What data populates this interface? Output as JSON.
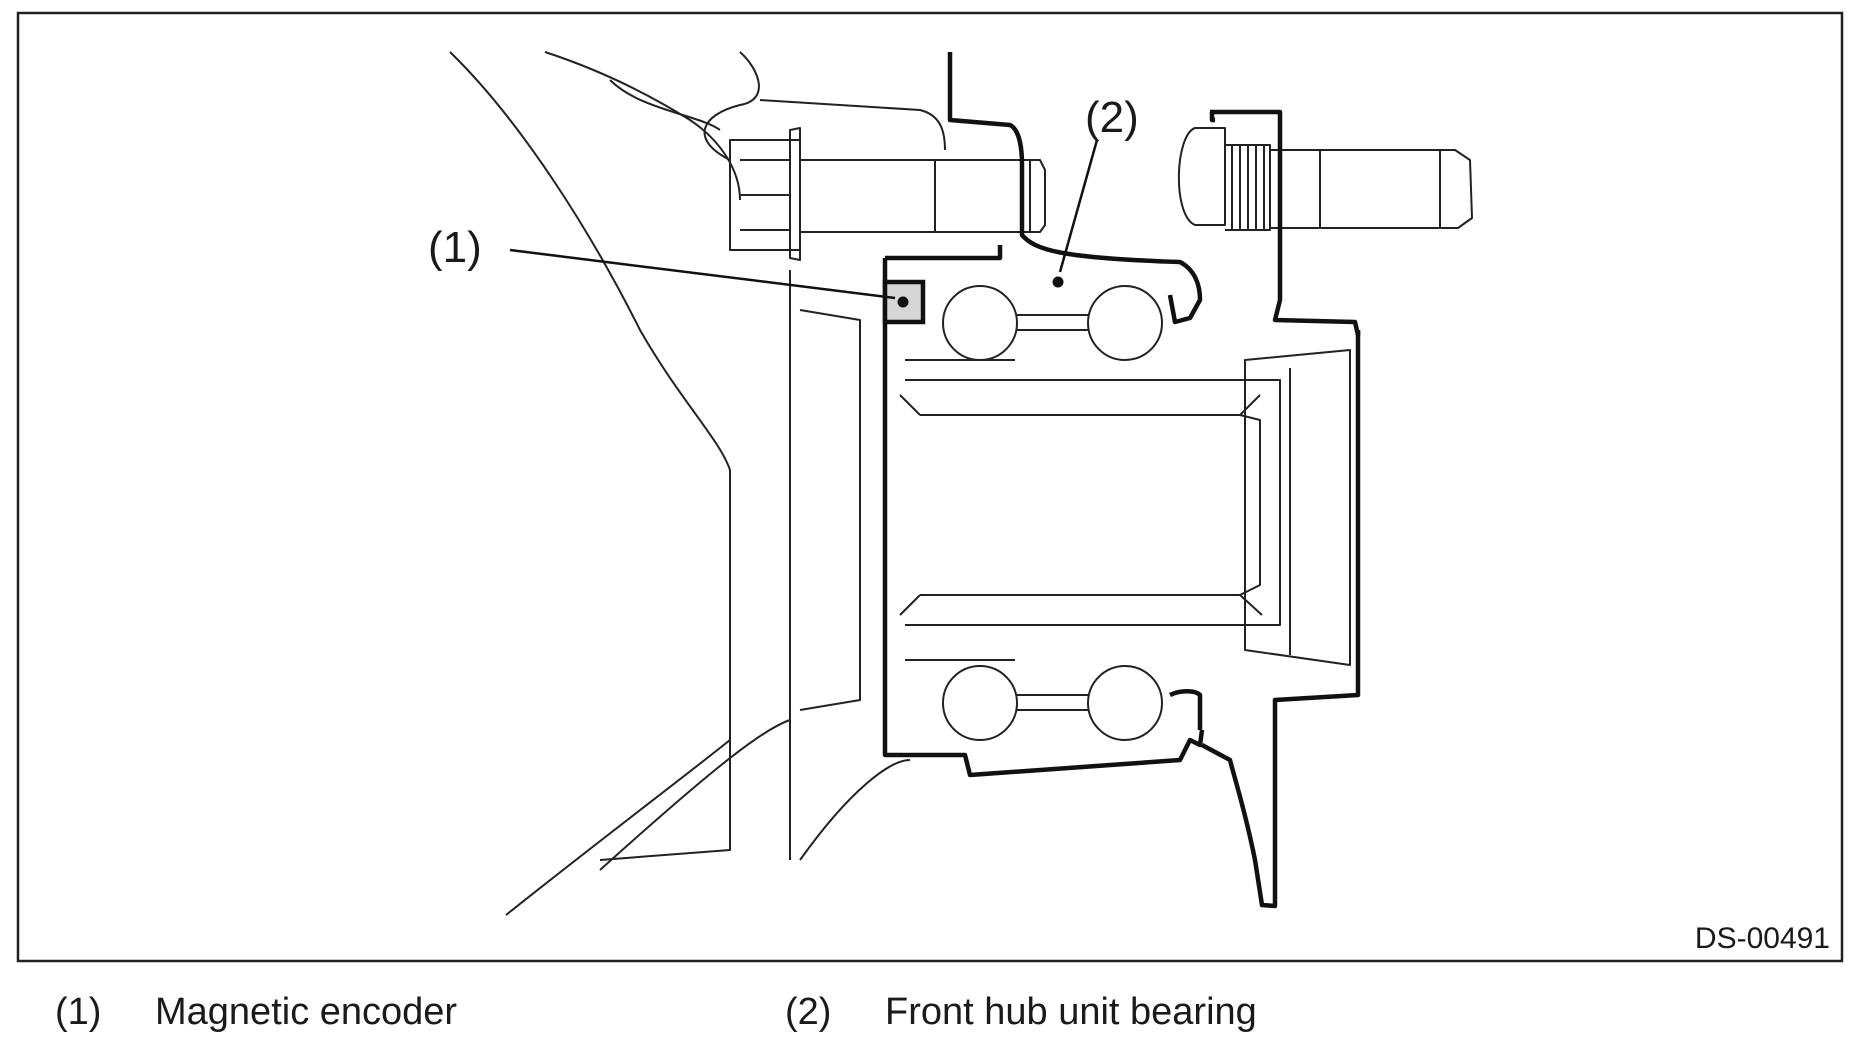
{
  "diagram": {
    "callouts": [
      {
        "id": "1",
        "label": "(1)"
      },
      {
        "id": "2",
        "label": "(2)"
      }
    ],
    "figure_code": "DS-00491"
  },
  "legend": [
    {
      "number": "(1)",
      "text": "Magnetic encoder"
    },
    {
      "number": "(2)",
      "text": "Front hub unit bearing"
    }
  ]
}
